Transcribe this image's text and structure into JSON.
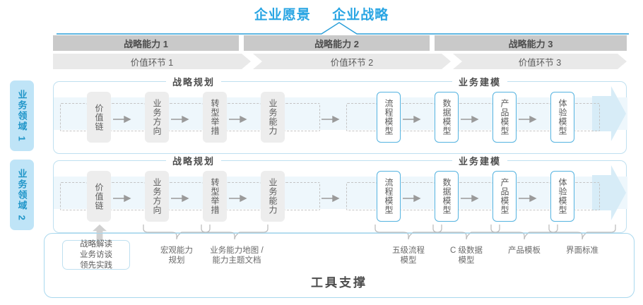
{
  "header": {
    "vision": "企业愿景",
    "strategy": "企业战略"
  },
  "capabilities": [
    {
      "label": "战略能力 1"
    },
    {
      "label": "战略能力 2"
    },
    {
      "label": "战略能力 3"
    }
  ],
  "value_chains": [
    {
      "label": "价值环节 1"
    },
    {
      "label": "价值环节 2"
    },
    {
      "label": "价值环节 3"
    }
  ],
  "domains": [
    {
      "label": "业务领域 1"
    },
    {
      "label": "业务领域 2"
    }
  ],
  "sections": {
    "planning": "战略规划",
    "modeling": "业务建模"
  },
  "nodes": {
    "planning": [
      {
        "label": "价值链"
      },
      {
        "label": "业务方向"
      },
      {
        "label": "转型举措"
      },
      {
        "label": "业务能力"
      }
    ],
    "modeling": [
      {
        "label": "流程模型"
      },
      {
        "label": "数据模型"
      },
      {
        "label": "产品模型"
      },
      {
        "label": "体验模型"
      }
    ]
  },
  "bottom": {
    "practice_box": "战略解读\n业务访谈\n领先实践",
    "labels": [
      {
        "label": "宏观能力\n规划"
      },
      {
        "label": "业务能力地图 /\n能力主题文档"
      },
      {
        "label": "五级流程\n模型"
      },
      {
        "label": "C 级数据\n模型"
      },
      {
        "label": "产品模板"
      },
      {
        "label": "界面标准"
      }
    ],
    "tool_support": "工具支撑"
  },
  "colors": {
    "accent_blue": "#29a5e3",
    "node_border_blue": "#55b3e0",
    "domain_tab_bg": "#bfe4f7",
    "cap_bar_bg": "#c9c9c9",
    "vc_bar_bg": "#e9e9e9",
    "band_bg": "#eef7fc",
    "container_border": "#bfe0f0"
  }
}
